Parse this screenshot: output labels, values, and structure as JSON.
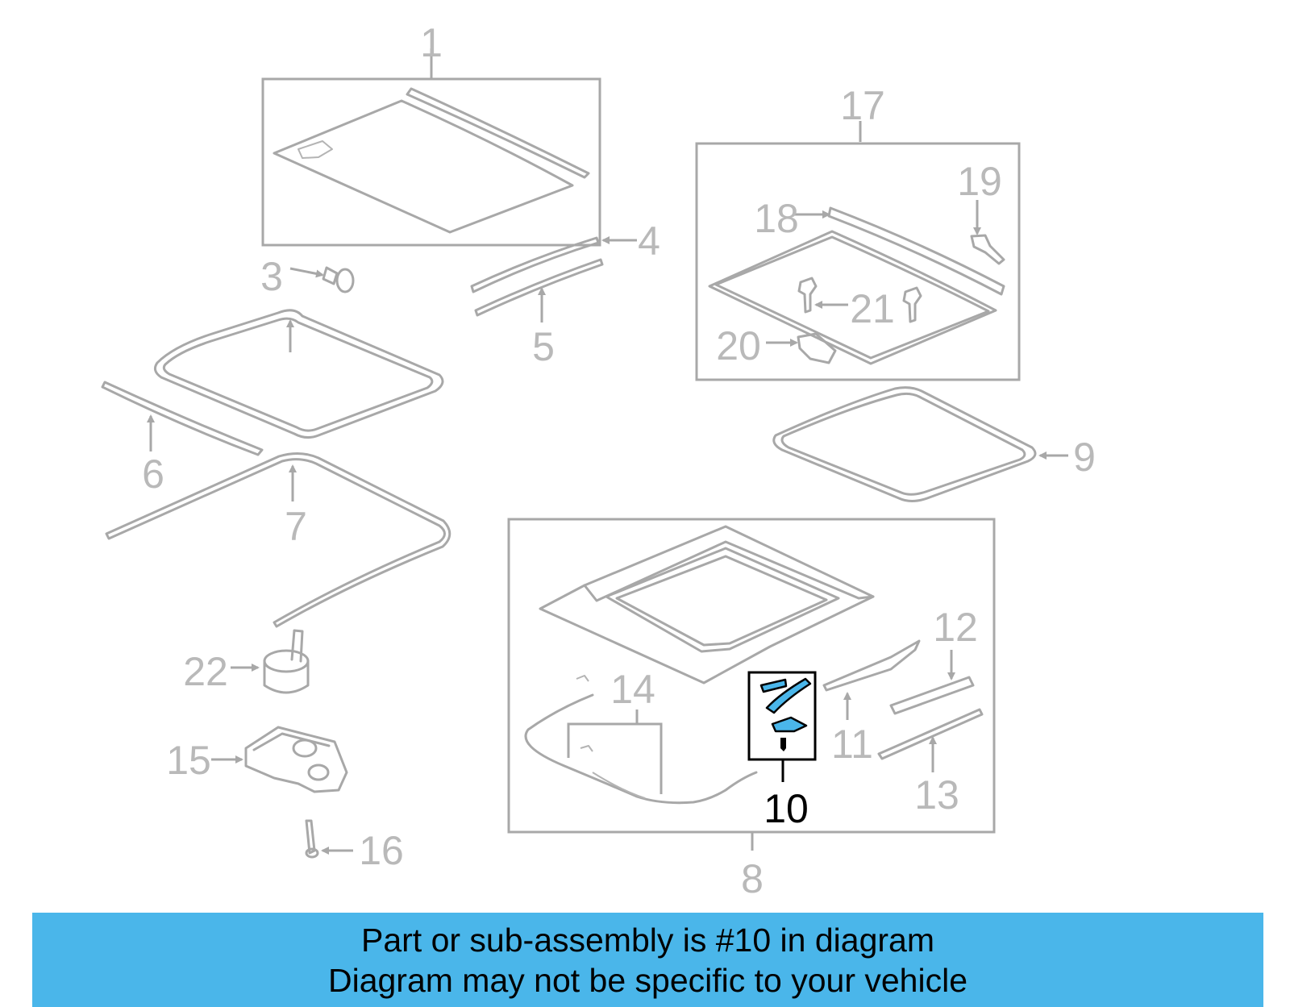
{
  "diagram": {
    "highlighted_part": "10",
    "callouts": [
      "1",
      "3",
      "4",
      "5",
      "6",
      "7",
      "8",
      "9",
      "10",
      "11",
      "12",
      "13",
      "14",
      "15",
      "16",
      "17",
      "18",
      "19",
      "20",
      "21",
      "22"
    ]
  },
  "banner": {
    "line1": "Part or sub-assembly is #10 in diagram",
    "line2": "Diagram may not be specific to your vehicle",
    "color": "#4ab6ea"
  }
}
